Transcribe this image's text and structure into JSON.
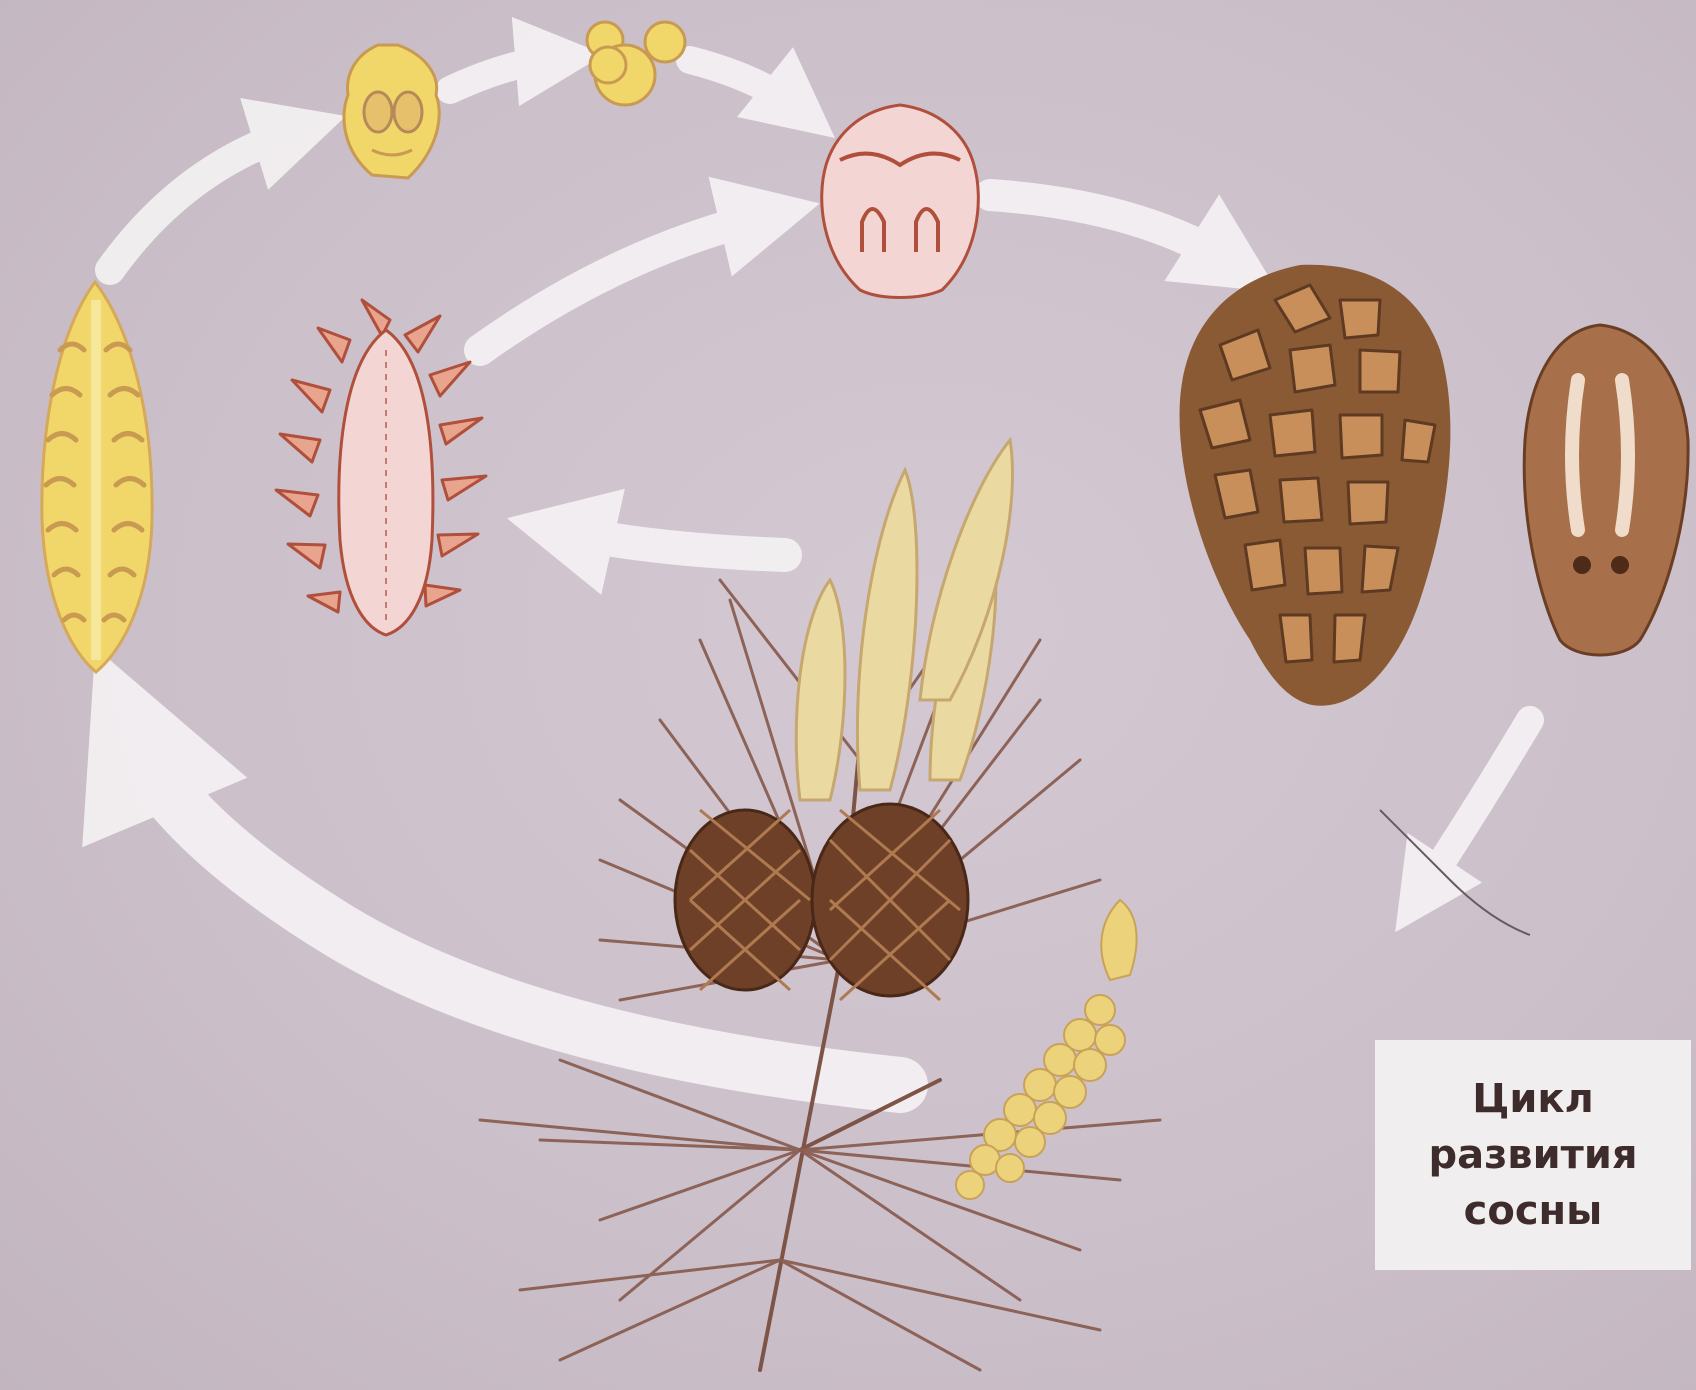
{
  "title": {
    "line1": "Цикл",
    "line2": "развития",
    "line3": "сосны"
  },
  "colors": {
    "background": "#cdc1cb",
    "arrow": "#f4f1f3",
    "male_yellow": "#f1d66a",
    "female_pink": "#f3d6d3",
    "cone_brown": "#8a5a34",
    "needle_brown": "#7d5446"
  }
}
